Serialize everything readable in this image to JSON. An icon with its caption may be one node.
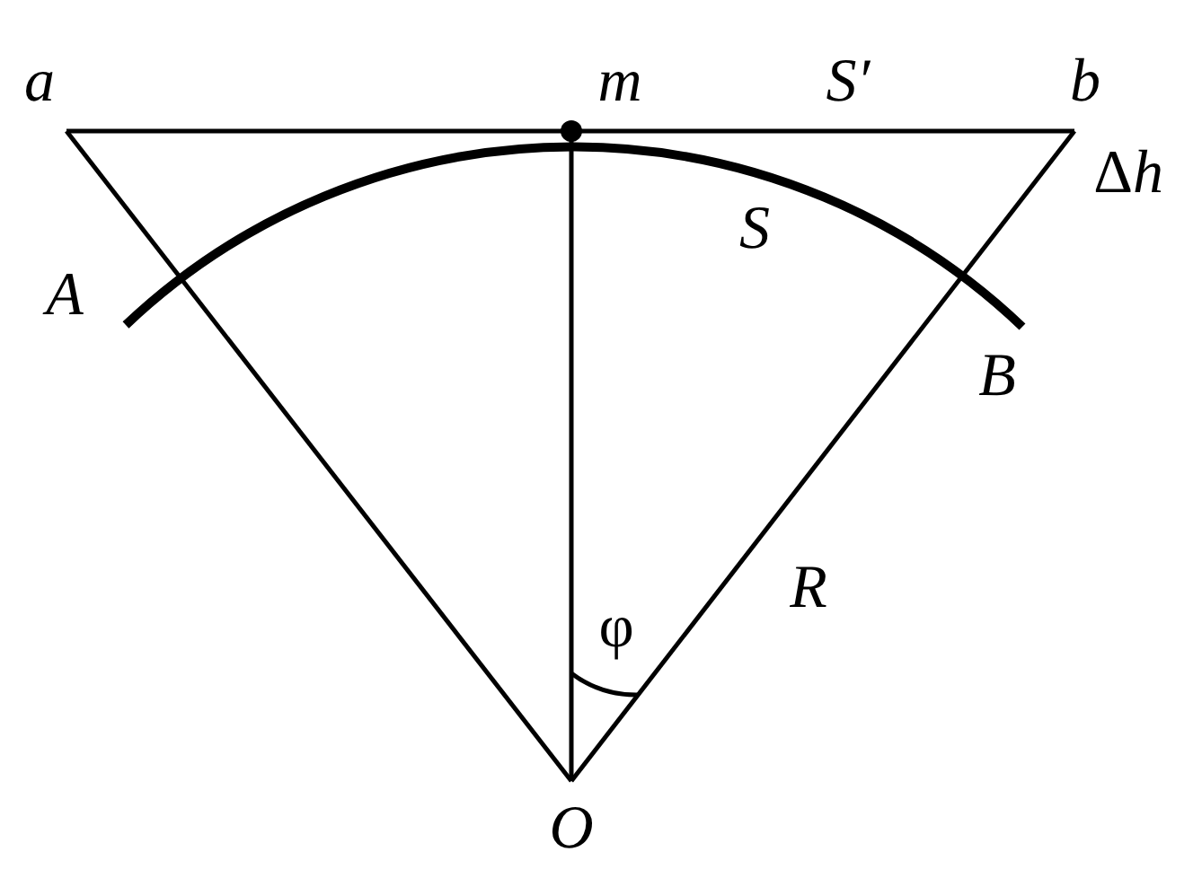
{
  "diagram": {
    "labels": [
      "a",
      "m",
      "S′",
      "b",
      "Δh",
      "A",
      "S",
      "B",
      "R",
      "φ",
      "O"
    ]
  }
}
